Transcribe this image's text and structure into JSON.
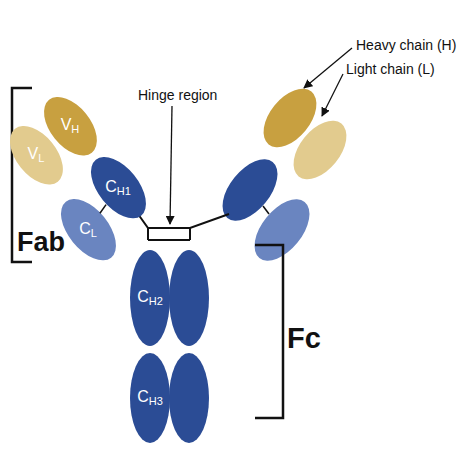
{
  "diagram": {
    "nodes": [
      {
        "text": [
          "VH"
        ]
      },
      {
        "text": [
          "VL"
        ]
      },
      {
        "text": [
          "CH1"
        ]
      },
      {
        "text": [
          "CL"
        ]
      },
      {
        "text": [
          "CH2"
        ]
      },
      {
        "text": [
          "CH3"
        ]
      }
    ],
    "edges": [
      {
        "from": 3,
        "to": 2,
        "arrow": "none"
      }
    ],
    "labels": [
      "Heavy chain (H)",
      "Light chain (L)",
      "Hinge region",
      "Fab",
      "Fc"
    ]
  }
}
